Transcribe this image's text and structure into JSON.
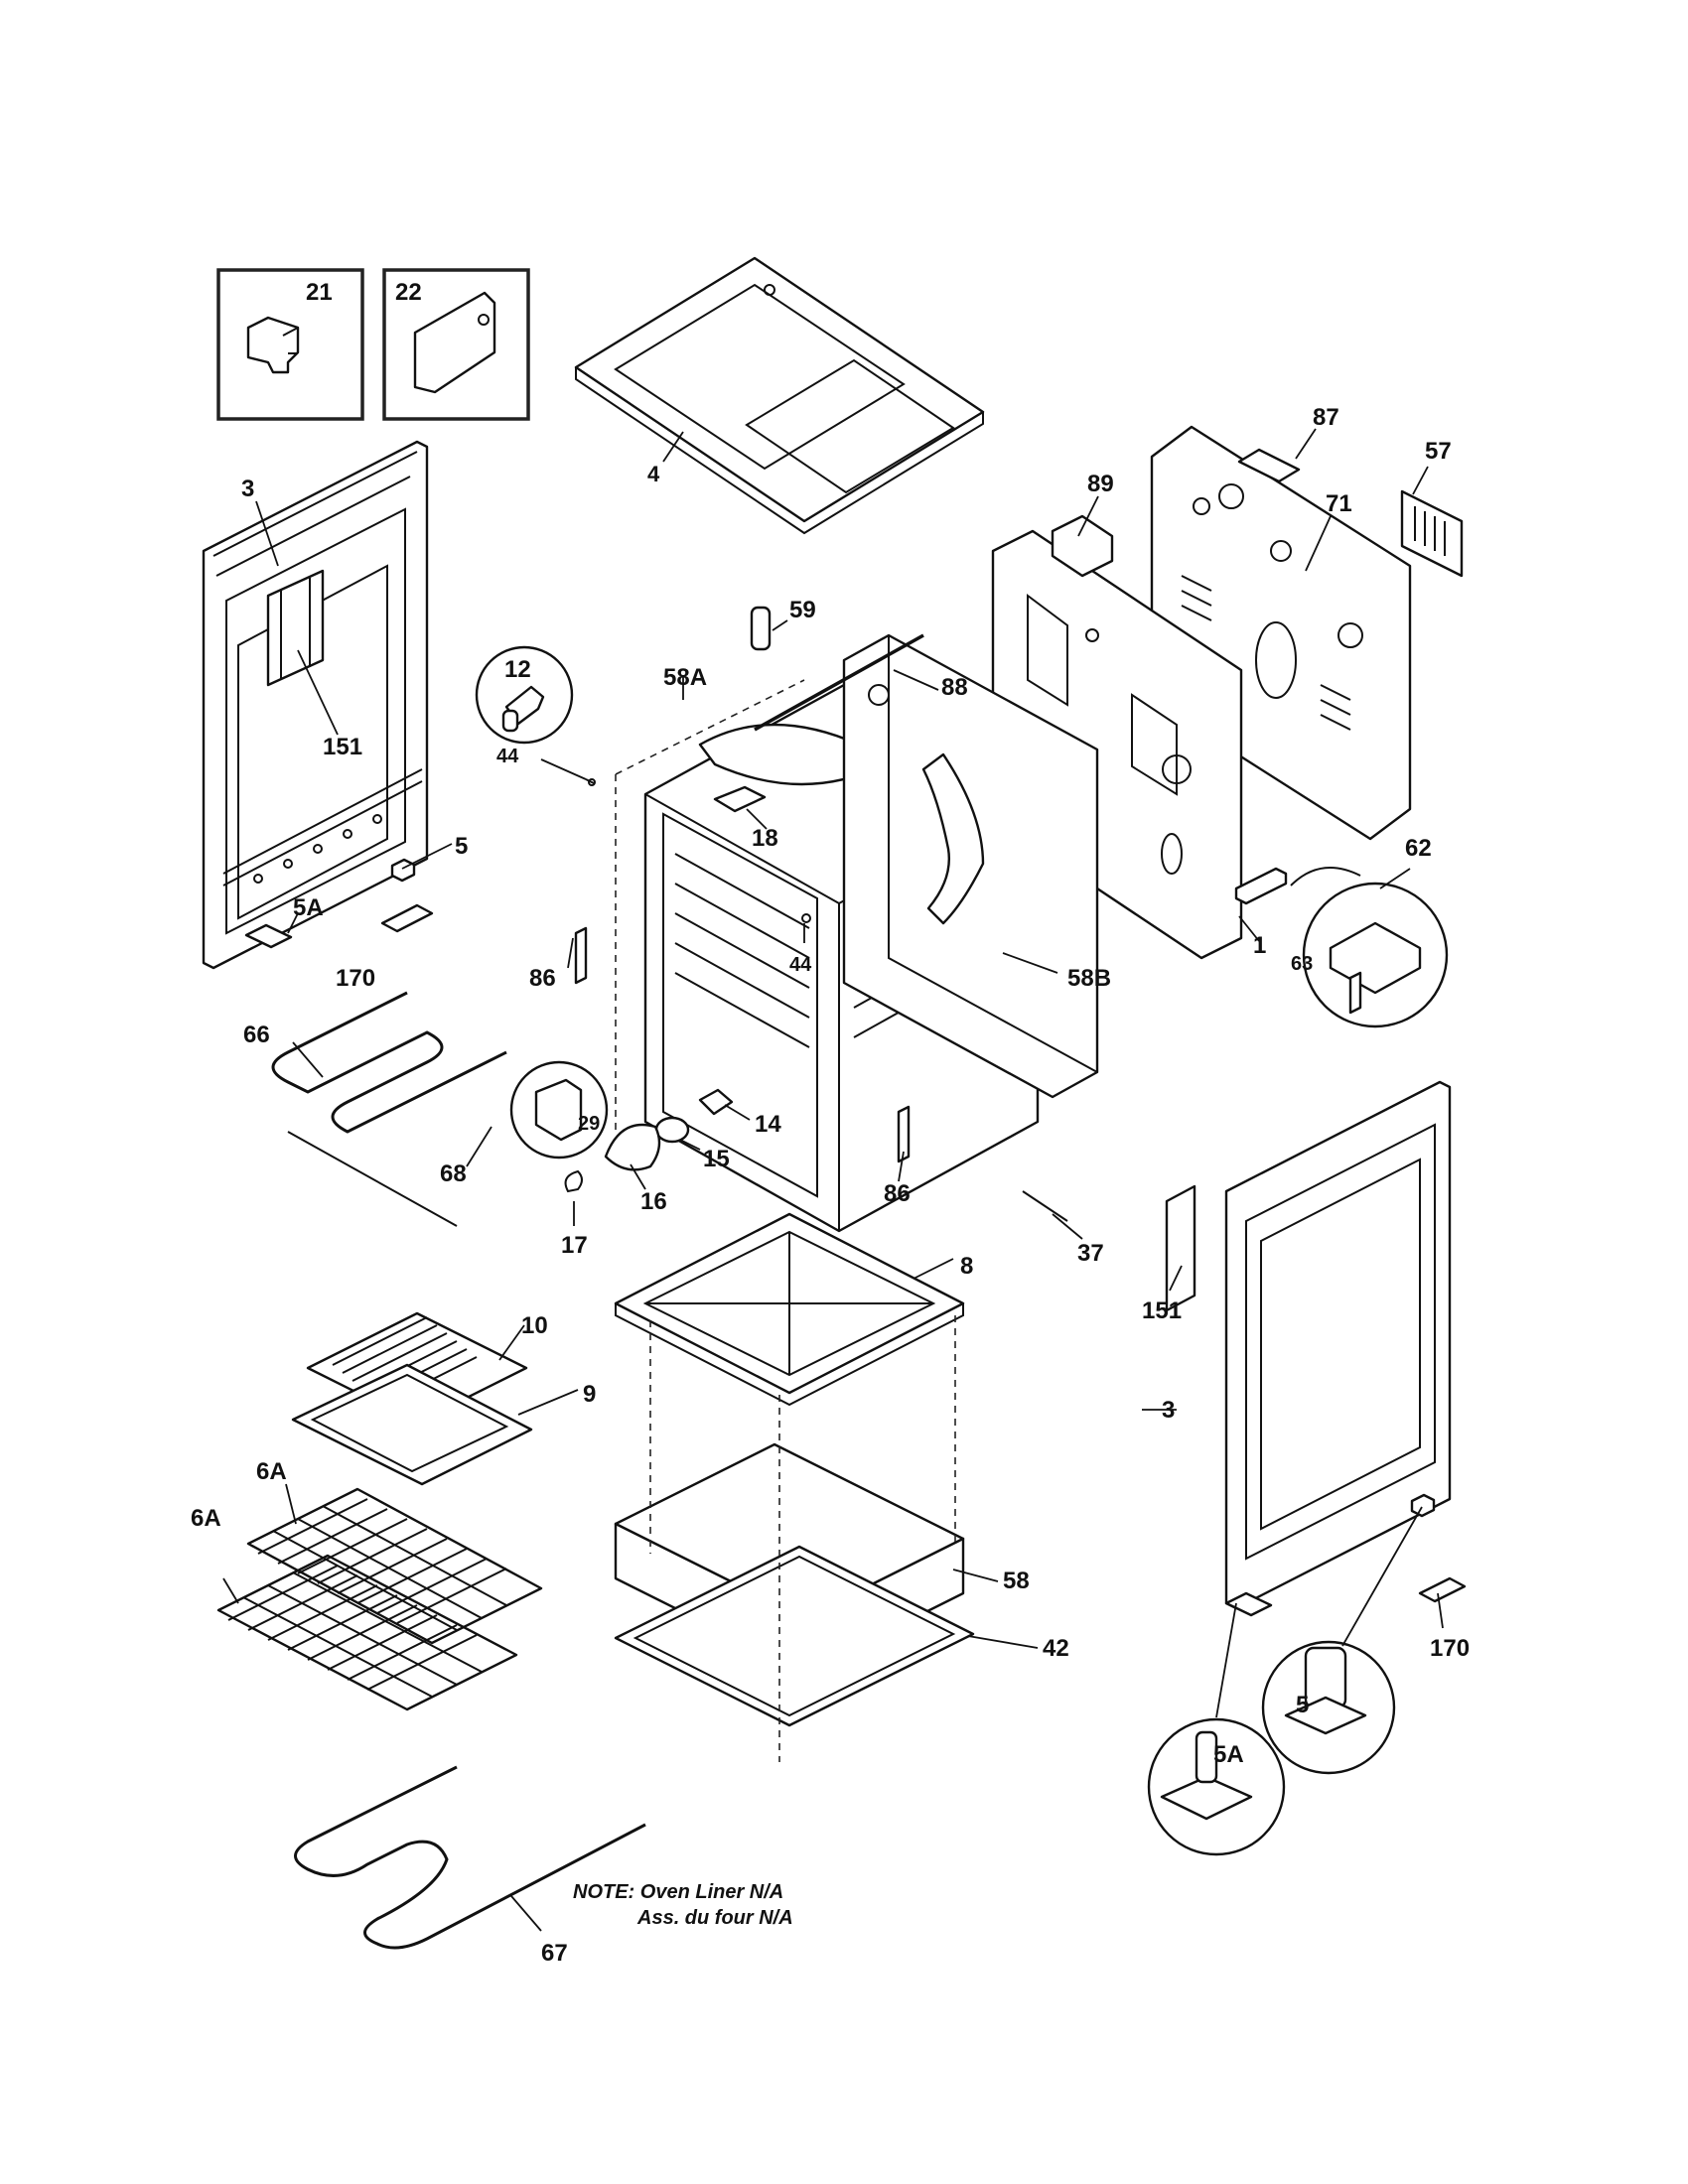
{
  "callouts": [
    {
      "id": "c21",
      "text": "21"
    },
    {
      "id": "c22",
      "text": "22"
    },
    {
      "id": "c3a",
      "text": "3"
    },
    {
      "id": "c4",
      "text": "4"
    },
    {
      "id": "c151a",
      "text": "151"
    },
    {
      "id": "c87",
      "text": "87"
    },
    {
      "id": "c57",
      "text": "57"
    },
    {
      "id": "c89",
      "text": "89"
    },
    {
      "id": "c71",
      "text": "71"
    },
    {
      "id": "c59",
      "text": "59"
    },
    {
      "id": "c88",
      "text": "88"
    },
    {
      "id": "c12",
      "text": "12"
    },
    {
      "id": "c58A",
      "text": "58A"
    },
    {
      "id": "c44a",
      "text": "44"
    },
    {
      "id": "c18",
      "text": "18"
    },
    {
      "id": "c5a",
      "text": "5"
    },
    {
      "id": "c5Aa",
      "text": "5A"
    },
    {
      "id": "c170a",
      "text": "170"
    },
    {
      "id": "c62",
      "text": "62"
    },
    {
      "id": "c1",
      "text": "1"
    },
    {
      "id": "c63",
      "text": "63"
    },
    {
      "id": "c44b",
      "text": "44"
    },
    {
      "id": "c86a",
      "text": "86"
    },
    {
      "id": "c58B",
      "text": "58B"
    },
    {
      "id": "c66",
      "text": "66"
    },
    {
      "id": "c29",
      "text": "29"
    },
    {
      "id": "c14",
      "text": "14"
    },
    {
      "id": "c15",
      "text": "15"
    },
    {
      "id": "c68",
      "text": "68"
    },
    {
      "id": "c16",
      "text": "16"
    },
    {
      "id": "c86b",
      "text": "86"
    },
    {
      "id": "c17",
      "text": "17"
    },
    {
      "id": "c37",
      "text": "37"
    },
    {
      "id": "c8",
      "text": "8"
    },
    {
      "id": "c151b",
      "text": "151"
    },
    {
      "id": "c10",
      "text": "10"
    },
    {
      "id": "c9",
      "text": "9"
    },
    {
      "id": "c3b",
      "text": "3"
    },
    {
      "id": "c6Aa",
      "text": "6A"
    },
    {
      "id": "c6Ab",
      "text": "6A"
    },
    {
      "id": "c58",
      "text": "58"
    },
    {
      "id": "c42",
      "text": "42"
    },
    {
      "id": "c170b",
      "text": "170"
    },
    {
      "id": "c5b",
      "text": "5"
    },
    {
      "id": "c5Ab",
      "text": "5A"
    },
    {
      "id": "c67",
      "text": "67"
    }
  ],
  "note": {
    "line1": "NOTE: Oven Liner N/A",
    "line2": "Ass. du four N/A"
  }
}
